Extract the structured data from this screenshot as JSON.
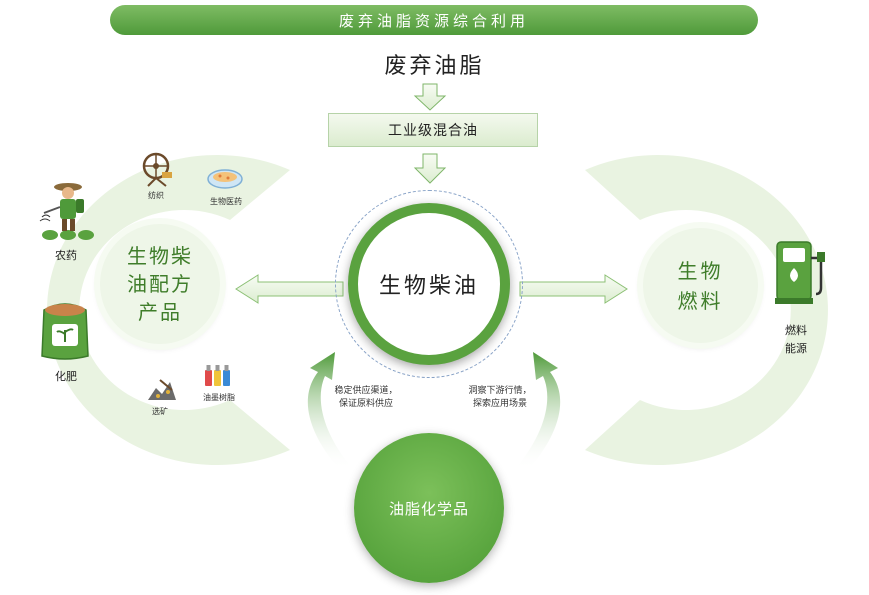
{
  "banner": {
    "title": "废弃油脂资源综合利用"
  },
  "source": {
    "label": "废弃油脂"
  },
  "intermediate": {
    "label": "工业级混合油"
  },
  "center": {
    "label": "生物柴油"
  },
  "left": {
    "hub_line1": "生物柴",
    "hub_line2": "油配方",
    "hub_line3": "产品",
    "items": [
      {
        "label": "农药",
        "icon": "farmer-spraying-icon"
      },
      {
        "label": "纺织",
        "icon": "spinning-wheel-icon"
      },
      {
        "label": "生物医药",
        "icon": "petri-dish-icon"
      },
      {
        "label": "化肥",
        "icon": "fertilizer-bag-icon"
      },
      {
        "label": "选矿",
        "icon": "mining-icon"
      },
      {
        "label": "油墨树脂",
        "icon": "ink-bottles-icon"
      }
    ]
  },
  "right": {
    "hub_line1": "生物",
    "hub_line2": "燃料",
    "item_line1": "燃料",
    "item_line2": "能源",
    "icon": "fuel-pump-icon"
  },
  "bottom": {
    "label": "油脂化学品",
    "left_note_line1": "稳定供应渠道，",
    "left_note_line2": "保证原料供应",
    "right_note_line1": "洞察下游行情，",
    "right_note_line2": "探索应用场景"
  },
  "colors": {
    "green_dark": "#4f9a3a",
    "green_light": "#eef6e8",
    "arc_fill": "#e9f3e1"
  }
}
